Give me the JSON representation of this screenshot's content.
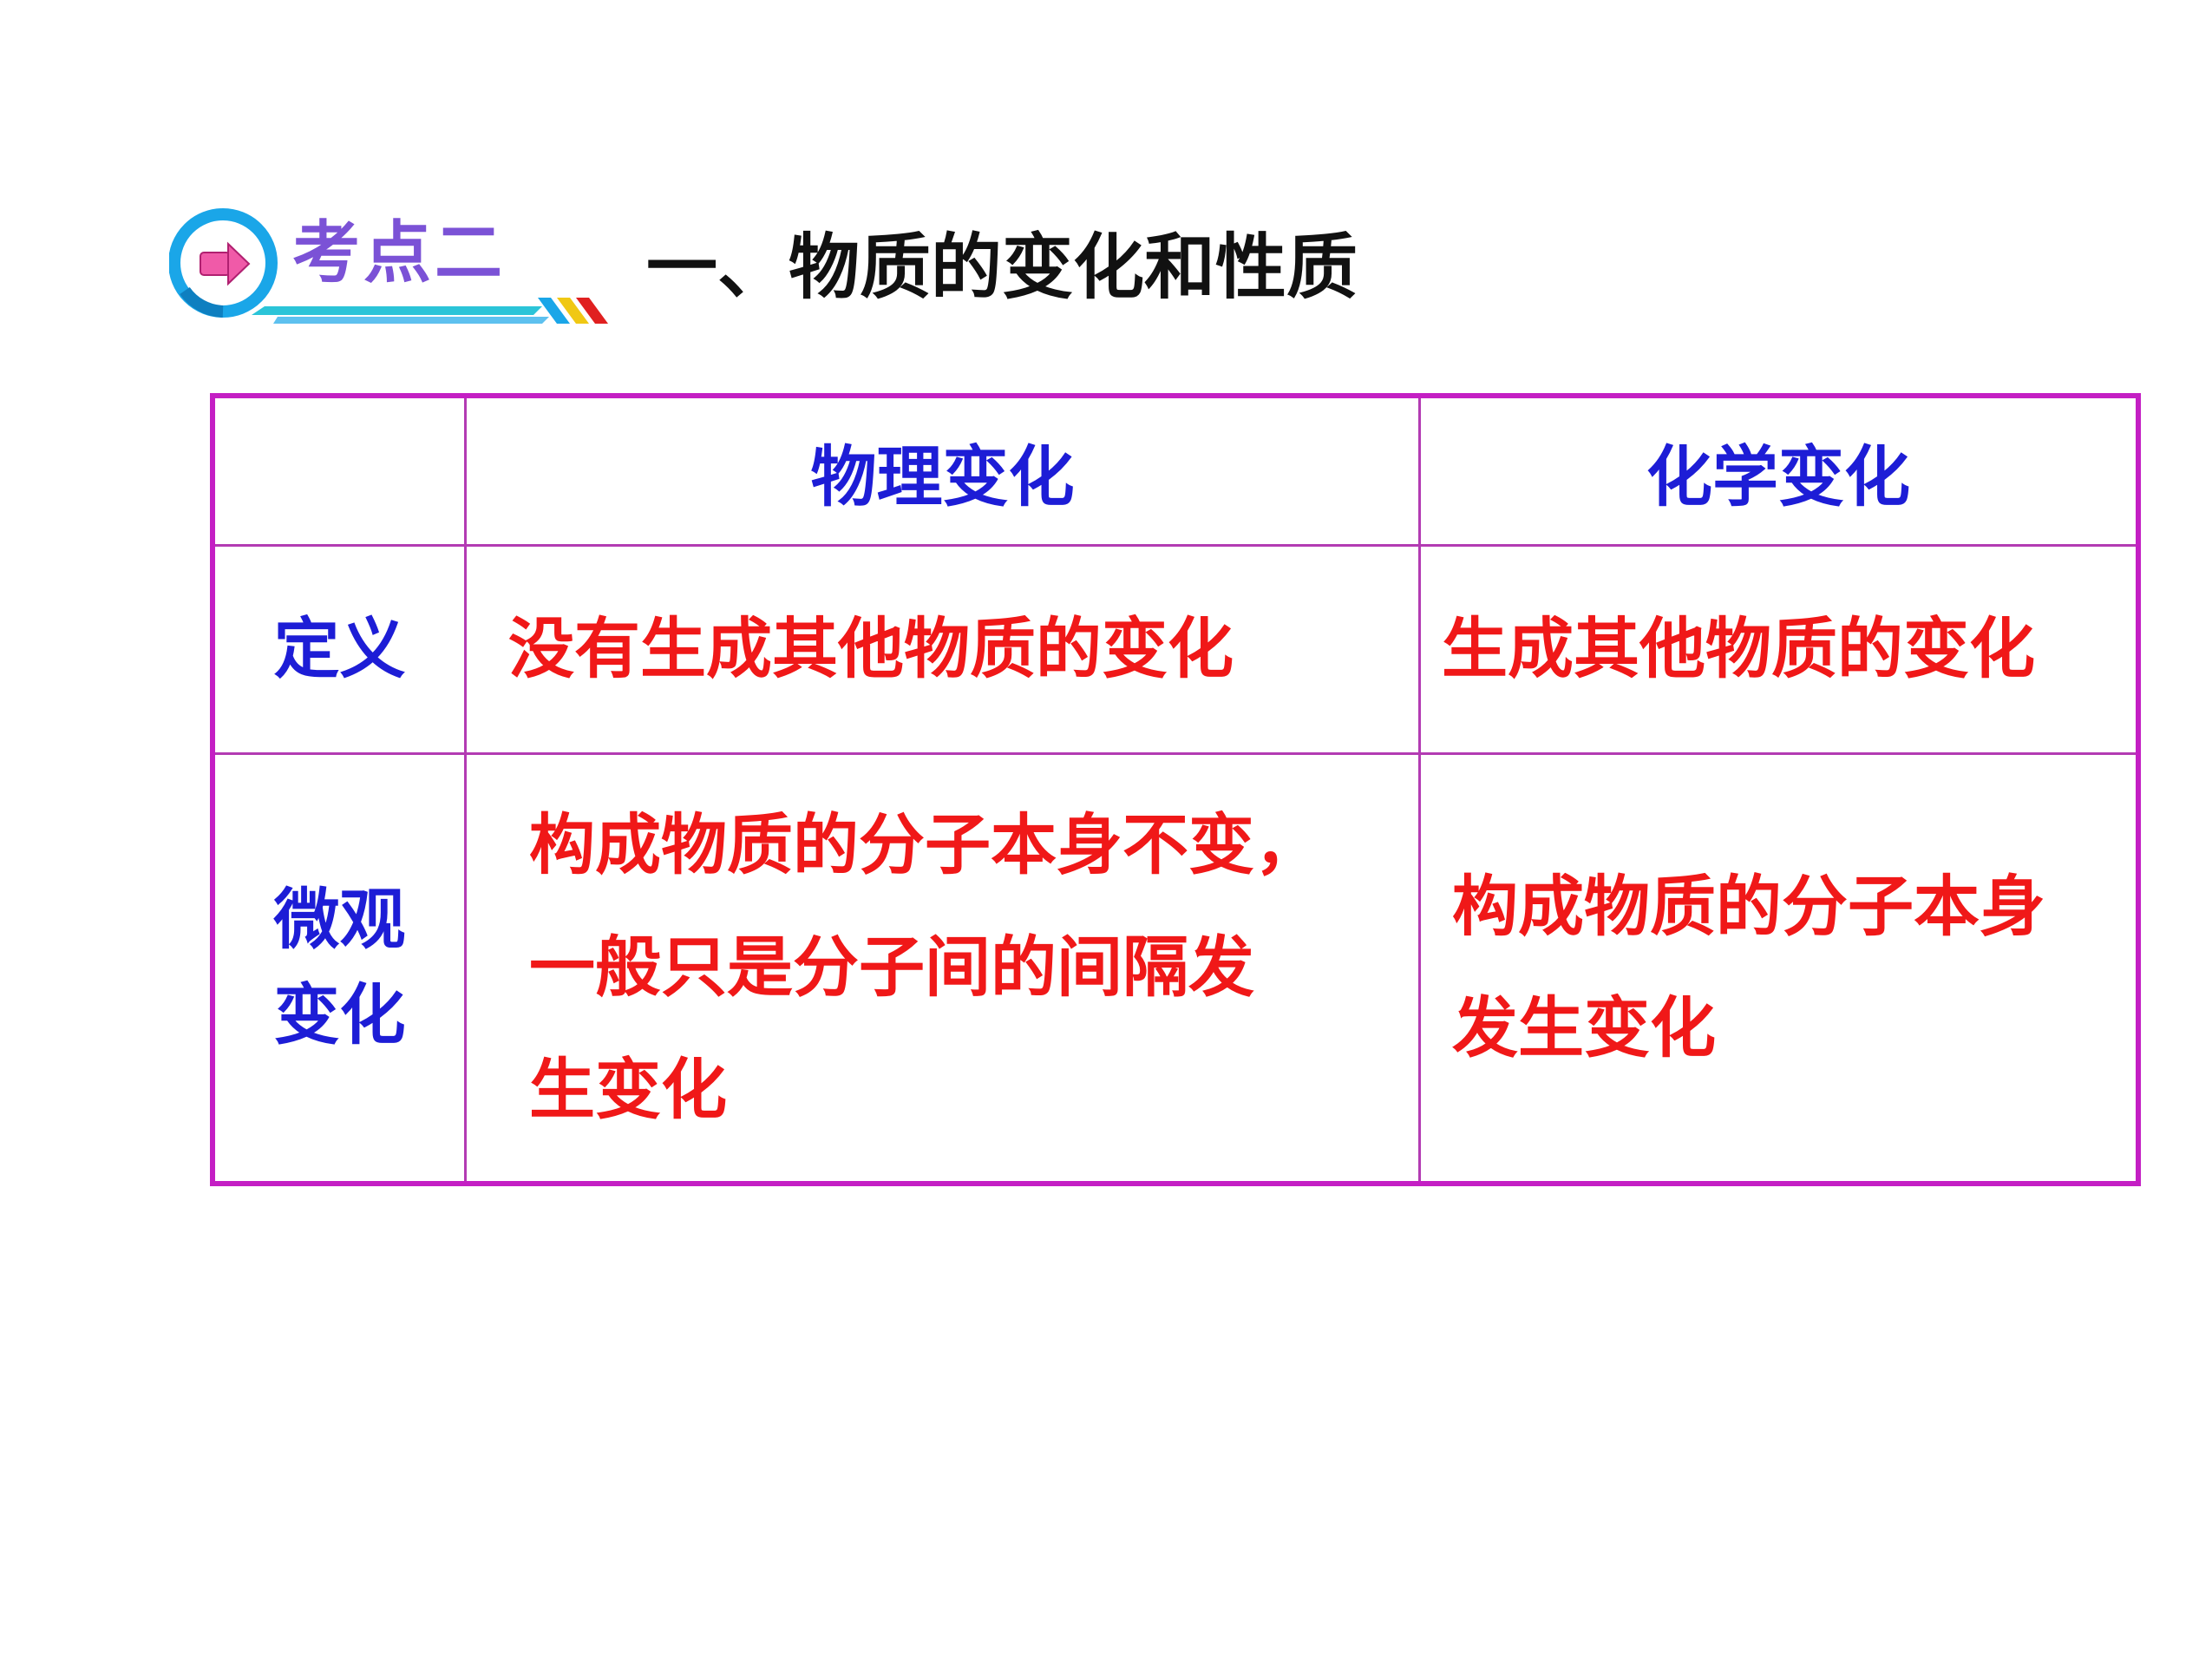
{
  "badge": {
    "label": "考点二",
    "icon": "arrow-circle-icon"
  },
  "section_title": "一、物质的变化和性质",
  "table": {
    "headers": [
      "",
      "物理变化",
      "化学变化"
    ],
    "rows": [
      {
        "label": "定义",
        "physical": [
          "没有生成其他物质的变化"
        ],
        "chemical": [
          "生成其他物质的变化"
        ]
      },
      {
        "label": "微观变化",
        "label_lines": [
          "微观",
          "变化"
        ],
        "physical": [
          "构成物质的分子本身不变，",
          "一般只是分子间的间隔发",
          "生变化"
        ],
        "chemical": [
          "构成物质的分子本身",
          "发生变化"
        ]
      }
    ]
  },
  "colors": {
    "table_border": "#c41fc4",
    "header_text": "#1d1dd6",
    "content_text": "#f01818",
    "badge_text": "#7b52d6",
    "badge_ring": "#1aa6e8"
  }
}
